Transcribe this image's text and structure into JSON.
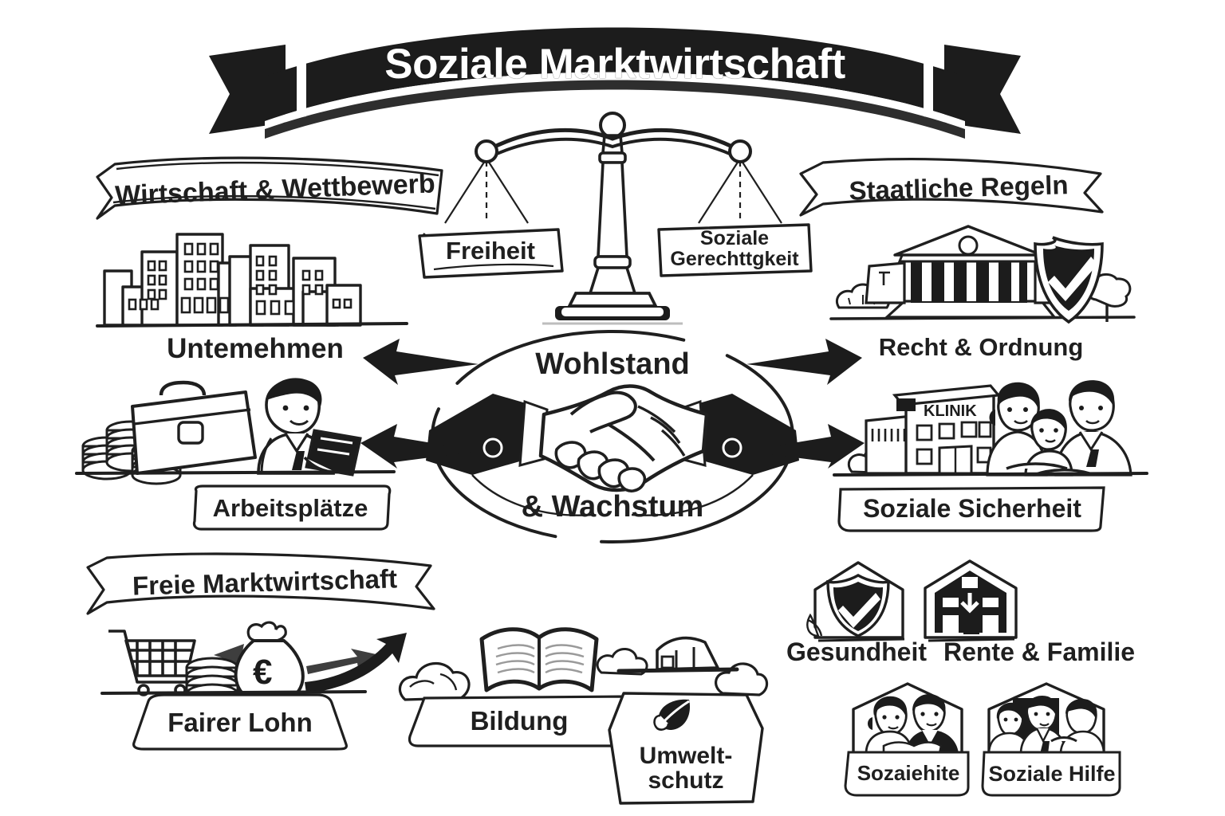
{
  "page": {
    "title": "Soziale Marktwirtschaft",
    "background_color": "#ffffff",
    "ink_color": "#1a1a1a"
  },
  "title_banner": {
    "label": "Soziale Marktwirtschaft",
    "style": "black-curved-ribbon",
    "text_color": "#ffffff"
  },
  "scale": {
    "left_pan_label": "Freiheit",
    "right_pan_label": "Soziale Gerechttgkeit",
    "icon": "balance-scale-icon"
  },
  "center": {
    "top_label": "Wohlstand",
    "bottom_label": "& Wachstum",
    "icon": "handshake-icon",
    "arrows": [
      {
        "name": "arrow-upper-left",
        "direction": "up-left"
      },
      {
        "name": "arrow-upper-right",
        "direction": "up-right"
      },
      {
        "name": "arrow-lower-left",
        "direction": "left"
      },
      {
        "name": "arrow-lower-right",
        "direction": "right"
      }
    ]
  },
  "sections": {
    "top_left": {
      "banner": "Wirtschaft & Wettbewerb",
      "label": "Untemehmen",
      "icon": "city-skyline-icon"
    },
    "top_right": {
      "banner": "Staatliche Regeln",
      "label": "Recht & Ordnung",
      "icons": [
        "courthouse-icon",
        "shield-check-icon",
        "tree-icon",
        "bush-icon"
      ]
    },
    "mid_left": {
      "label": "Arbeitsplätze",
      "icons": [
        "coin-stacks-icon",
        "briefcase-icon",
        "businessman-icon"
      ]
    },
    "mid_right": {
      "label": "Soziale Sicherheit",
      "building_sign": "KLINIK",
      "icons": [
        "clinic-building-icon",
        "family-icon",
        "bush-icon"
      ]
    },
    "bottom_left": {
      "banner": "Freie Marktwirtschaft",
      "label": "Fairer Lohn",
      "currency_symbol": "€",
      "icons": [
        "shopping-cart-icon",
        "coin-stack-icon",
        "money-bag-icon",
        "growth-arrow-icon"
      ]
    },
    "bottom_center": {
      "label_bildung": "Bildung",
      "label_umweltschutz_line1": "Umwelt-",
      "label_umweltschutz_line2": "schutz",
      "icons": [
        "open-book-icon",
        "leaf-icon",
        "bush-icon",
        "factory-icon"
      ]
    },
    "bottom_right": {
      "cards": [
        {
          "label": "Gesundheit",
          "icon": "shield-check-icon"
        },
        {
          "label": "Rente & Familie",
          "icon": "house-family-icon"
        },
        {
          "label": "Sozaiehite",
          "icon": "couple-reading-icon"
        },
        {
          "label": "Soziale Hilfe",
          "icon": "helping-people-icon"
        }
      ]
    }
  }
}
